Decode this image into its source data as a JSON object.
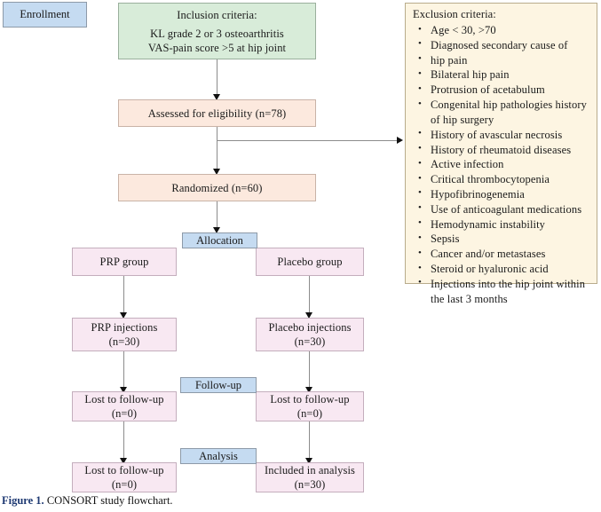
{
  "figure": {
    "label": "Figure 1.",
    "text": "CONSORT study flowchart."
  },
  "colors": {
    "inclusion_bg": "#d8ecd9",
    "eligibility_bg": "#fce9de",
    "group_bg": "#f8e8f2",
    "stage_badge_bg": "#c5dbf1",
    "exclusion_bg": "#fdf5e2",
    "connector": "#8c8c8c",
    "caption_label": "#1f3a73"
  },
  "stages": {
    "enrollment": "Enrollment",
    "allocation": "Allocation",
    "followup": "Follow-up",
    "analysis": "Analysis"
  },
  "inclusion": {
    "title": "Inclusion criteria:",
    "items": [
      "KL grade 2 or 3 osteoarthritis",
      "VAS-pain score >5 at hip joint"
    ]
  },
  "eligibility": {
    "label": "Assessed for eligibility (n=78)"
  },
  "randomized": {
    "label": "Randomized (n=60)"
  },
  "exclusion": {
    "title": "Exclusion criteria:",
    "items": [
      {
        "text": "Age < 30, >70",
        "bullet": true
      },
      {
        "text": "Diagnosed secondary cause of",
        "bullet": true
      },
      {
        "text": "hip pain",
        "bullet": true
      },
      {
        "text": "Bilateral hip pain",
        "bullet": true
      },
      {
        "text": "Protrusion of acetabulum",
        "bullet": true
      },
      {
        "text": "Congenital hip pathologies history",
        "bullet": true
      },
      {
        "text": "of hip surgery",
        "bullet": false
      },
      {
        "text": "History of avascular necrosis",
        "bullet": true
      },
      {
        "text": "History of rheumatoid diseases",
        "bullet": true
      },
      {
        "text": "Active infection",
        "bullet": true
      },
      {
        "text": "Critical thrombocytopenia",
        "bullet": true
      },
      {
        "text": "Hypofibrinogenemia",
        "bullet": true
      },
      {
        "text": "Use of anticoagulant medications",
        "bullet": true
      },
      {
        "text": "Hemodynamic instability",
        "bullet": true
      },
      {
        "text": "Sepsis",
        "bullet": true
      },
      {
        "text": "Cancer and/or metastases",
        "bullet": true
      },
      {
        "text": "Steroid or hyaluronic acid",
        "bullet": true
      },
      {
        "text": "Injections into the hip joint within",
        "bullet": true
      },
      {
        "text": "the last 3 months",
        "bullet": false
      }
    ]
  },
  "arms": {
    "left": {
      "group": "PRP group",
      "injections_line1": "PRP injections",
      "injections_line2": "(n=30)",
      "followup_line1": "Lost to follow-up",
      "followup_line2": "(n=0)",
      "analysis_line1": "Lost to follow-up",
      "analysis_line2": "(n=0)"
    },
    "right": {
      "group": "Placebo group",
      "injections_line1": "Placebo injections",
      "injections_line2": "(n=30)",
      "followup_line1": "Lost to follow-up",
      "followup_line2": "(n=0)",
      "analysis_line1": "Included in analysis",
      "analysis_line2": "(n=30)"
    }
  }
}
